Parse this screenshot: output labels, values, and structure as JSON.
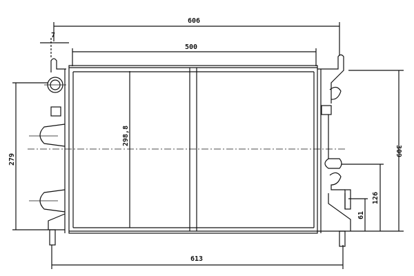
{
  "drawing": {
    "dimensions": {
      "overall_width_top": "606",
      "bracket_offset": "7",
      "core_width": "500",
      "core_height": "298,8",
      "left_height": "279",
      "right_height": "309",
      "upper_pipe_height": "126",
      "lower_pipe_height": "61",
      "overall_width_bottom": "613"
    },
    "line_color": "#111111"
  }
}
